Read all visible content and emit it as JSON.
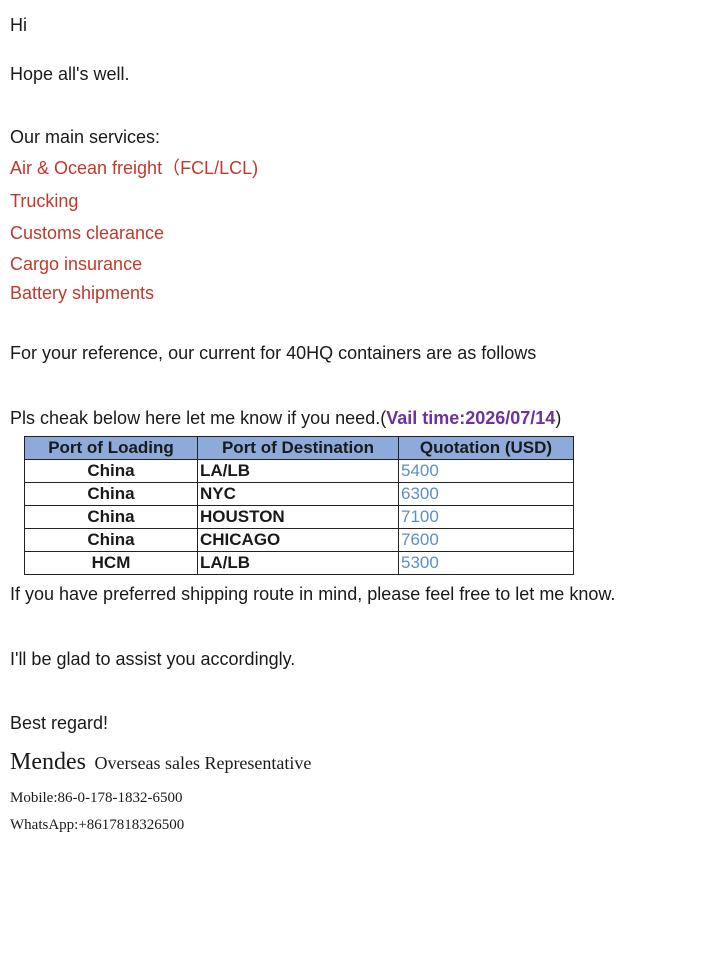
{
  "greeting": "Hi",
  "wellwish": "Hope all's well.",
  "services": {
    "heading": "Our main services:",
    "items": [
      "Air & Ocean freight（FCL/LCL)",
      "Trucking",
      "Customs clearance",
      "Cargo insurance",
      "Battery shipments"
    ]
  },
  "reference": "For your reference, our current for 40HQ containers are as follows",
  "check": {
    "text": "Pls cheak below here let me know if you need.(",
    "highlight": "Vail time:2026/07/14",
    "close": ")"
  },
  "table": {
    "headers": [
      "Port of Loading",
      "Port of Destination",
      "Quotation (USD)"
    ],
    "rows": [
      [
        "China",
        "LA/LB",
        "5400"
      ],
      [
        "China",
        "NYC",
        "6300"
      ],
      [
        "China",
        "HOUSTON",
        "7100"
      ],
      [
        "China",
        "CHICAGO",
        "7600"
      ],
      [
        "HCM",
        "LA/LB",
        "5300"
      ]
    ]
  },
  "preferred": "If you have preferred shipping route in mind, please feel free to let me know.",
  "assist": "I'll be glad to assist you accordingly.",
  "signature": {
    "closing": "Best regard!",
    "name": "Mendes",
    "title": "Overseas sales Representative",
    "mobile": "Mobile:86-0-178-1832-6500",
    "whatsapp": "WhatsApp:+8617818326500"
  },
  "colors": {
    "services": "#c0392b",
    "highlight": "#7030a0",
    "table_header": "#8eaadb",
    "quotation": "#5b8fc7"
  }
}
